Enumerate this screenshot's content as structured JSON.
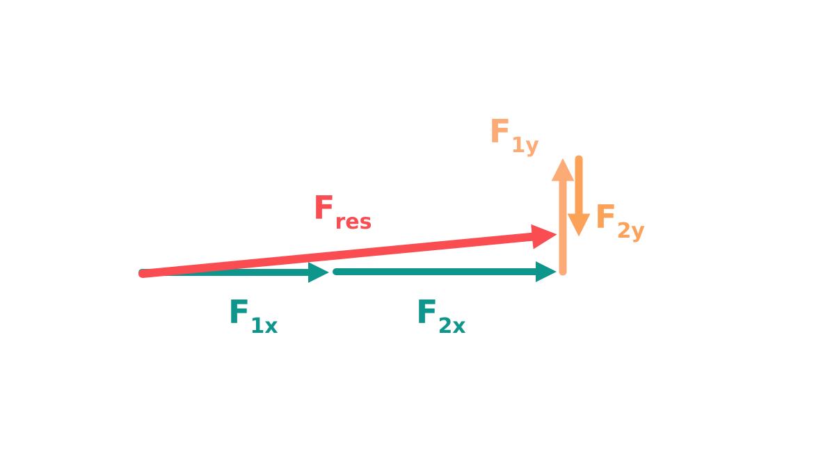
{
  "diagram": {
    "description": "Vector decomposition of two forces into x and y components with resultant force",
    "background": "#ffffff",
    "colors": {
      "teal": "#0e968c",
      "red": "#fa4d52",
      "orange_light": "#fcab76",
      "orange": "#fba158"
    },
    "labels": {
      "f_res": {
        "base": "F",
        "sub": "res"
      },
      "f1x": {
        "base": "F",
        "sub": "1x"
      },
      "f2x": {
        "base": "F",
        "sub": "2x"
      },
      "f1y": {
        "base": "F",
        "sub": "1y"
      },
      "f2y": {
        "base": "F",
        "sub": "2y"
      }
    }
  }
}
